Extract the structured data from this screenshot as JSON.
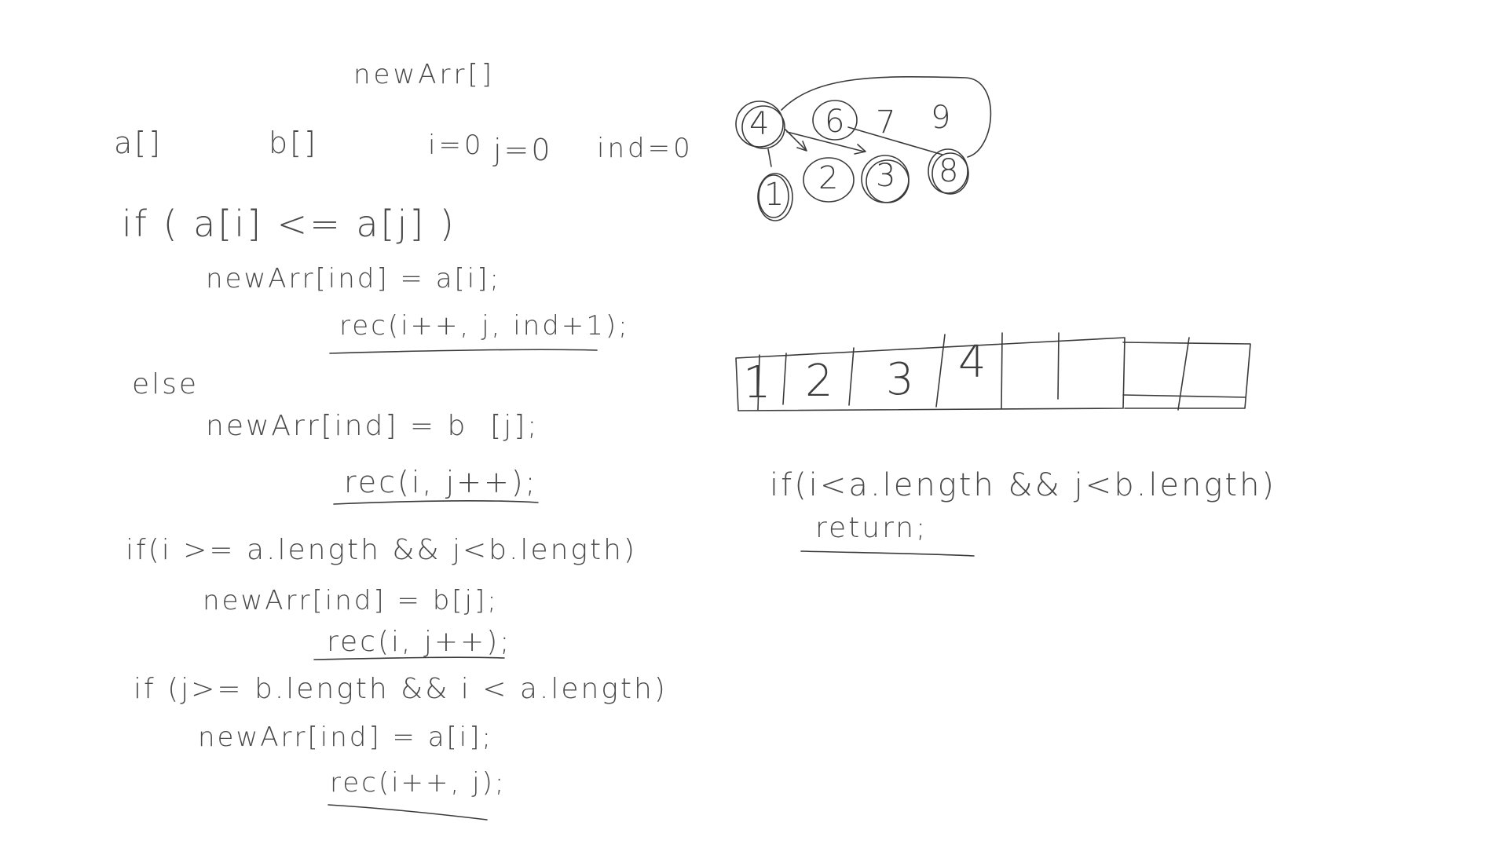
{
  "code": {
    "new_arr_label": "newArr[]",
    "a_decl": "a[]",
    "b_decl": "b[]",
    "i_init": "i=0",
    "j_init": "j=0",
    "ind_init": "ind=0",
    "if_1": "if ( a[i] <= a[j] )",
    "if_1_assign": "newArr[ind] = a[i];",
    "if_1_rec": "rec(i++, j, ind+1);",
    "else_kw": "else",
    "else_assign": "newArr[ind] = b  [j];",
    "else_rec": "rec(i, j++);",
    "if_2": "if(i >= a.length && j<b.length)",
    "if_2_assign": "newArr[ind] = b[j];",
    "if_2_rec": "rec(i, j++);",
    "if_3": "if (j>= b.length && i < a.length)",
    "if_3_assign": "newArr[ind] = a[i];",
    "if_3_rec": "rec(i++, j);"
  },
  "nodes": {
    "n4": "4",
    "n6": "6",
    "n7": "7",
    "n9": "9",
    "n1": "1",
    "n2": "2",
    "n3": "3",
    "n8": "8"
  },
  "array_cells": [
    "1",
    "2",
    "3",
    "4",
    "",
    "",
    "",
    ""
  ],
  "base_case": {
    "condition": "if(i<a.length && j<b.length)",
    "body": "return;"
  }
}
